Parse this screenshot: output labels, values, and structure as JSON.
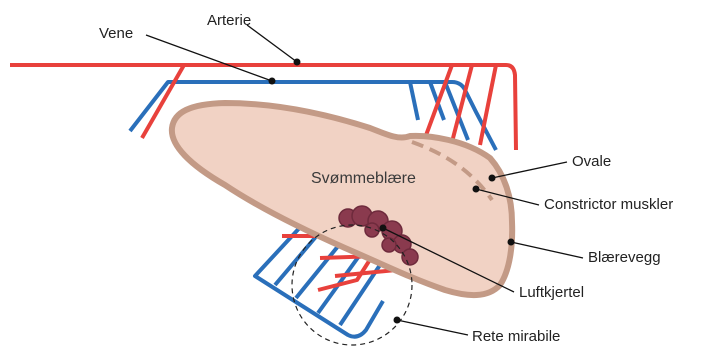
{
  "diagram": {
    "labels": {
      "arterie": "Arterie",
      "vene": "Vene",
      "svommeblaere": "Svømmeblære",
      "ovale": "Ovale",
      "constrictor": "Constrictor muskler",
      "blaerevegg": "Blærevegg",
      "luftkjertel": "Luftkjertel",
      "rete_mirabile": "Rete mirabile"
    },
    "colors": {
      "artery": "#e8413c",
      "vein": "#2a6fba",
      "bladder_fill": "#f1d2c4",
      "bladder_wall": "#c39a86",
      "gland": "#8a3a4e",
      "leader": "#111111"
    }
  }
}
